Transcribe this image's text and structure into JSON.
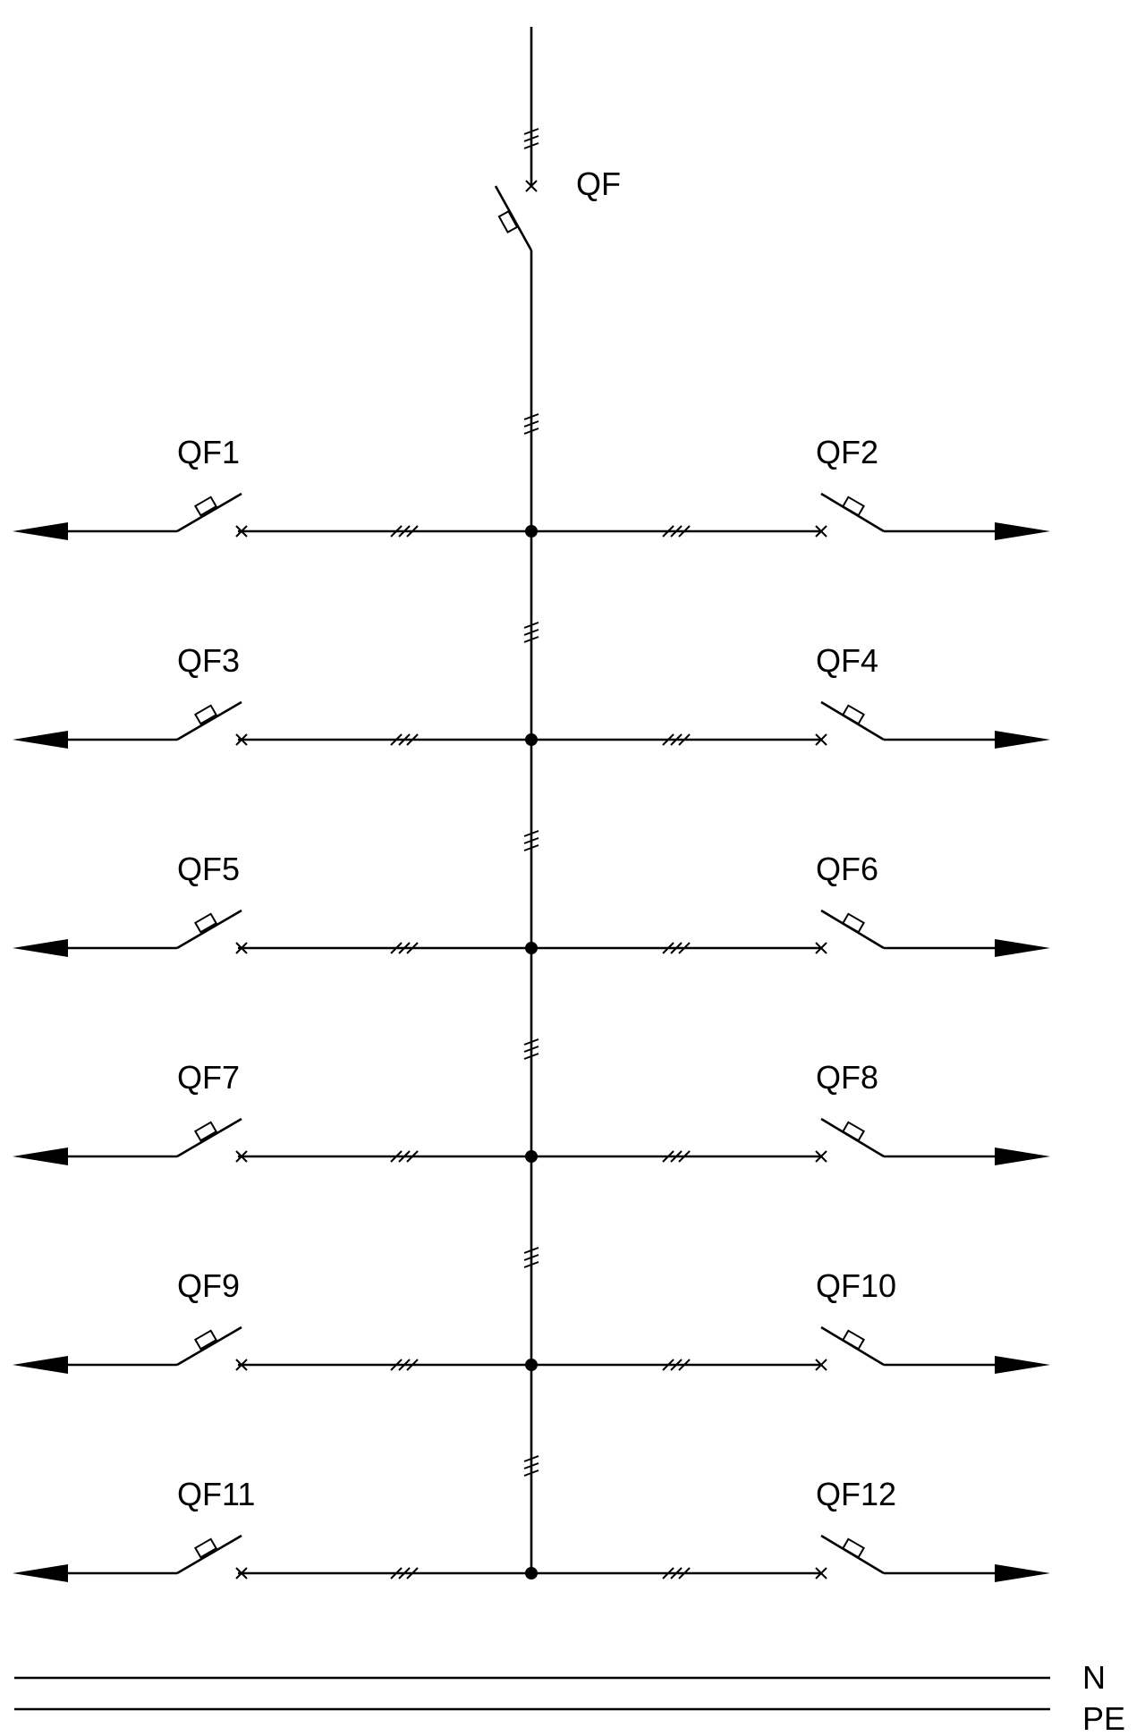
{
  "main_breaker": {
    "label": "QF"
  },
  "branches": [
    {
      "left": "QF1",
      "right": "QF2"
    },
    {
      "left": "QF3",
      "right": "QF4"
    },
    {
      "left": "QF5",
      "right": "QF6"
    },
    {
      "left": "QF7",
      "right": "QF8"
    },
    {
      "left": "QF9",
      "right": "QF10"
    },
    {
      "left": "QF11",
      "right": "QF12"
    }
  ],
  "buses": [
    {
      "label": "N"
    },
    {
      "label": "PE"
    }
  ]
}
